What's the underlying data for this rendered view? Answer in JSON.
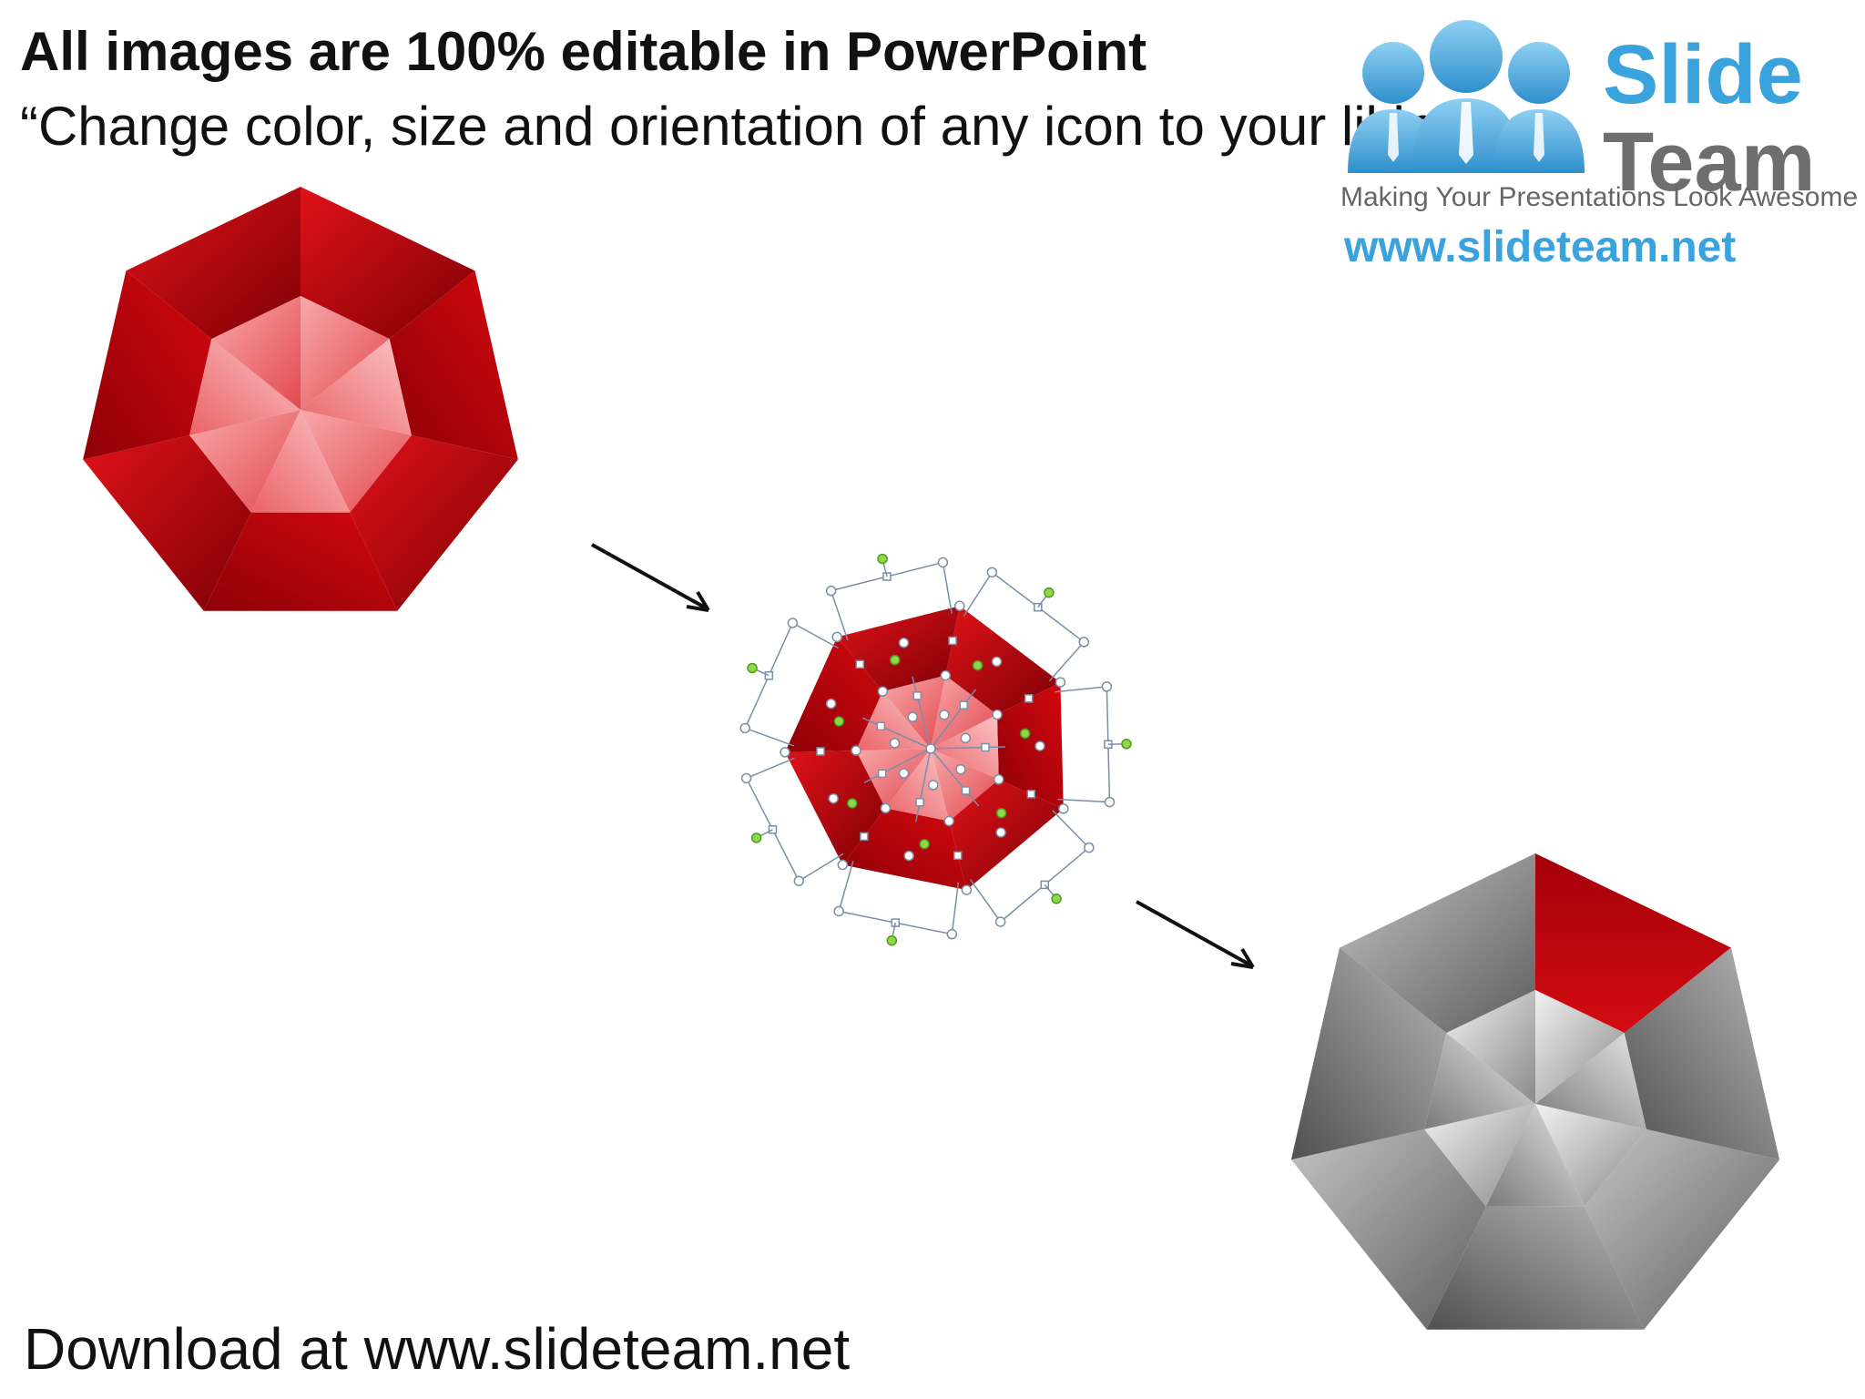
{
  "header": {
    "title": "All images are 100% editable in PowerPoint",
    "subtitle": "“Change color, size and orientation of any icon to your liking”"
  },
  "logo": {
    "brand_top": "Slide",
    "brand_bottom": "Team",
    "tagline": "Making Your Presentations Look Awesome",
    "url": "www.slideteam.net",
    "icon": "people-group-icon"
  },
  "footer": {
    "download_text": "Download at www.slideteam.net"
  },
  "colors": {
    "red_dark": "#8c0008",
    "red_mid": "#cc0a10",
    "red_light": "#f07c80",
    "grey_dark": "#5a5a5a",
    "grey_mid": "#8c8c8c",
    "grey_light": "#d8d8d8",
    "brand_blue": "#3aa3dd",
    "brand_grey": "#6e6e6e"
  }
}
